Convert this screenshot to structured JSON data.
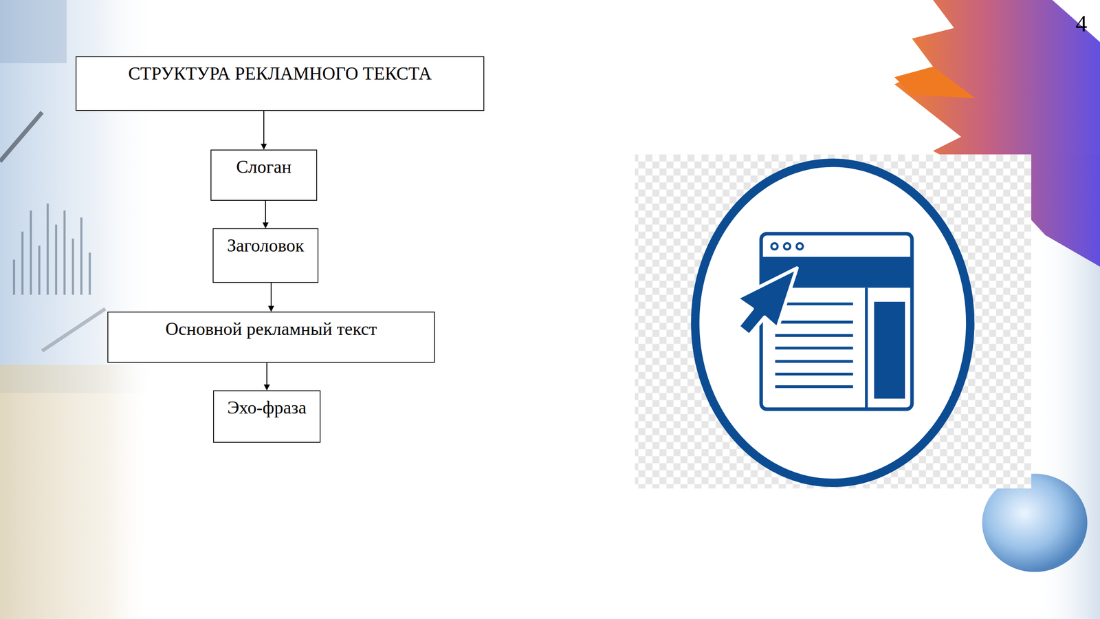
{
  "diagram": {
    "nodes": [
      {
        "text": [
          "СТРУКТУРА РЕКЛАМНОГО ТЕКСТА"
        ]
      },
      {
        "text": [
          "Слоган"
        ]
      },
      {
        "text": [
          "Заголовок"
        ]
      },
      {
        "text": [
          "Основной рекламный текст"
        ]
      },
      {
        "text": [
          "Эхо-фраза"
        ]
      }
    ],
    "edges": [
      {
        "from": 0,
        "to": 1,
        "arrow": "to"
      },
      {
        "from": 1,
        "to": 2,
        "arrow": "to"
      },
      {
        "from": 2,
        "to": 3,
        "arrow": "to"
      },
      {
        "from": 3,
        "to": 4,
        "arrow": "to"
      }
    ],
    "labels": [
      "4"
    ]
  }
}
